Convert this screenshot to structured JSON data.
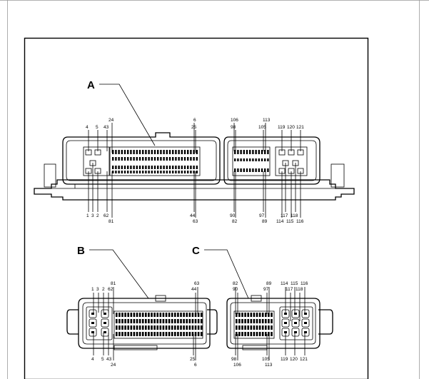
{
  "views": {
    "a": {
      "letter": "A"
    },
    "b": {
      "letter": "B"
    },
    "c": {
      "letter": "C"
    }
  },
  "pins_a": {
    "top": [
      "4",
      "5",
      "43",
      "24",
      "6",
      "25",
      "106",
      "98",
      "113",
      "105",
      "119",
      "120",
      "121"
    ],
    "bottom": [
      "1",
      "3",
      "2",
      "62",
      "81",
      "44",
      "63",
      "90",
      "82",
      "97",
      "89",
      "117",
      "114",
      "115",
      "118",
      "116"
    ]
  },
  "pins_b": {
    "top": [
      "1",
      "3",
      "2",
      "62",
      "81",
      "44",
      "63"
    ],
    "bottom": [
      "4",
      "5",
      "43",
      "24",
      "25",
      "6"
    ]
  },
  "pins_c": {
    "top": [
      "82",
      "90",
      "89",
      "97",
      "114",
      "115",
      "116",
      "117",
      "118"
    ],
    "bottom": [
      "98",
      "106",
      "105",
      "113",
      "119",
      "120",
      "121"
    ]
  }
}
